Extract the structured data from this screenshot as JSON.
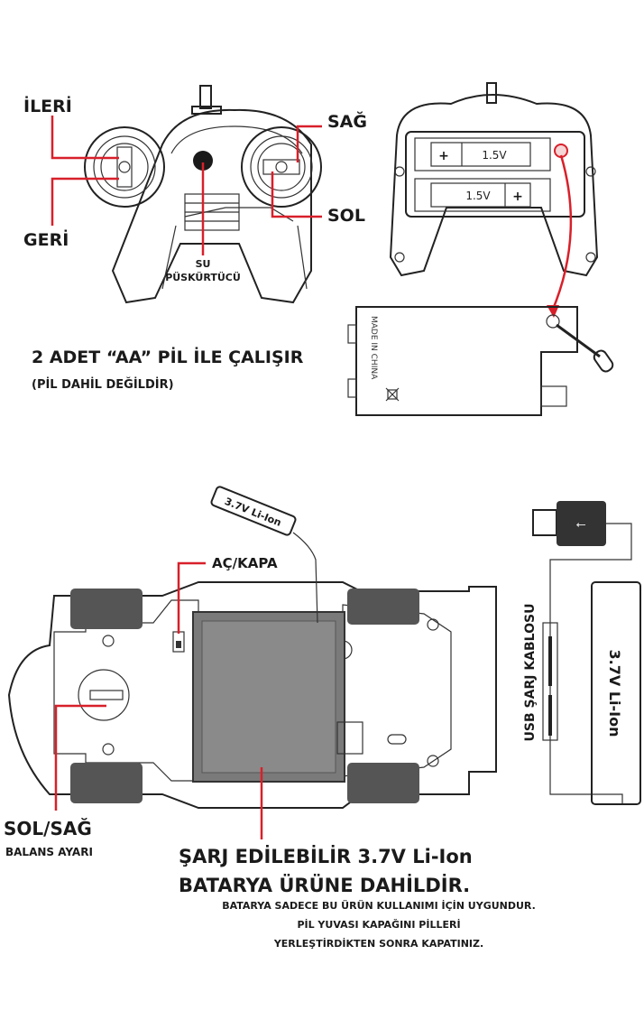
{
  "remote_front": {
    "forward_label": "İLERİ",
    "back_label": "GERİ",
    "right_label": "SAĞ",
    "left_label": "SOL",
    "water_line1": "SU",
    "water_line2": "PÜSKÜRTÜCÜ"
  },
  "remote_back": {
    "battery1": "1.5V",
    "battery2": "1.5V",
    "plus": "+",
    "cover_text": "MADE IN CHINA"
  },
  "battery_info": {
    "title": "2 ADET “AA” PİL İLE ÇALIŞIR",
    "subtitle": "(PİL DAHİL DEĞİLDİR)"
  },
  "car": {
    "tag_label": "3.7V Li-Ion",
    "switch_label": "AÇ/KAPA",
    "balance_title": "SOL/SAĞ",
    "balance_sub": "BALANS AYARI"
  },
  "usb": {
    "cable_label": "USB ŞARJ KABLOSU",
    "pack_label": "3.7V Li-Ion"
  },
  "notes": {
    "headline1": "ŞARJ EDİLEBİLİR 3.7V Li-Ion",
    "headline2": "BATARYA ÜRÜNE DAHİLDİR.",
    "line1": "BATARYA SADECE BU ÜRÜN KULLANIMI İÇİN UYGUNDUR.",
    "line2": "PİL YUVASI KAPAĞINI PİLLERİ",
    "line3": "YERLEŞTİRDİKTEN SONRA KAPATINIZ."
  },
  "colors": {
    "accent": "#d8202a",
    "ink": "#1a1a1a",
    "panel": "#e6e6e6",
    "battery": "#777777"
  }
}
